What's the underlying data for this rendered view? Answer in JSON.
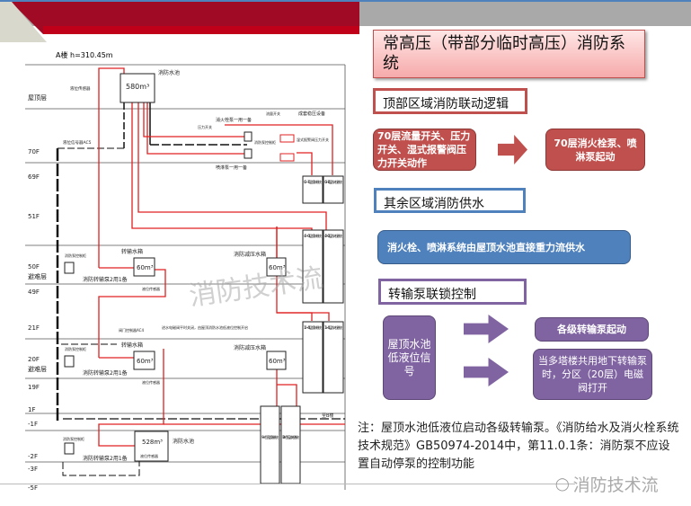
{
  "diagram": {
    "building_label": "A楼  h=310.45m",
    "floors": [
      "屋顶层",
      "70F",
      "69F",
      "51F",
      "50F",
      "避难层",
      "49F",
      "21F",
      "20F",
      "避难层",
      "19F",
      "1F",
      "-1F",
      "-2F",
      "-3F",
      "-5F"
    ],
    "roof_pool": {
      "volume": "580m³",
      "label": "消防水池",
      "sensor": "液位传感器"
    },
    "roof_pumps": {
      "hydrant_pump": "消火栓泵一用一备",
      "sprinkler_pump": "喷淋泵一用一备",
      "control_cabinet": "消防泵控制柜",
      "pressure_switch": "压力开关",
      "flow_switch": "流量开关",
      "stabilizer": "成套稳压设备",
      "alarm_valve_switch": "湿式报警阀压力开关",
      "level_ctrl": "液位信号器AC5"
    },
    "zones": {
      "z1_sprinkler": "62~70层喷淋系统",
      "z1_hydrant": "63~70层消火栓系统",
      "z2_sprinkler": "42~61层喷淋系统",
      "z2_hydrant": "42~62层消火栓系统",
      "z3_sprinkler": "10~41层喷淋系统",
      "z3_hydrant": "11~41层消火栓系统",
      "z4_sprinkler": "9~地下层喷淋系统",
      "z4_hydrant": "10~地下层消火栓系统"
    },
    "f50": {
      "tank": "60m³",
      "tank_label": "转输水箱",
      "pump": "消防转输泵2用1备",
      "cabinet": "消防泵控制柜",
      "sensor": "液位传感器",
      "reduce_tank": "60m³",
      "reduce_label": "消防减压水箱"
    },
    "f20": {
      "tank": "60m³",
      "tank_label": "转输水箱",
      "pump": "消防转输泵2用1备",
      "cabinet": "消防泵控制柜",
      "sensor": "液位传感器",
      "reduce_tank": "60m³",
      "reduce_label": "消防减压水箱",
      "valve": "阀门控制器AC4",
      "valve_note": "进水电磁阀平时关闭，由屋顶消防水池低液位控制开启"
    },
    "basement": {
      "pool": "528m³",
      "pool_label": "消防水池",
      "pump": "消防转输泵2用1备",
      "cabinet": "消防泵控制柜",
      "sensor": "液位传感器",
      "to_b": "至B楼"
    },
    "watermark": "消防技术流"
  },
  "panel": {
    "title": "常高压（带部分临时高压）消防系统",
    "section1": "顶部区域消防联动逻辑",
    "s1_cause": "70层流量开关、压力开关、湿式报警阀压力开关动作",
    "s1_effect": "70层消火栓泵、喷淋泵起动",
    "section2": "其余区域消防供水",
    "s2_text": "消火栓、喷淋系统由屋顶水池直接重力流供水",
    "section3": "转输泵联锁控制",
    "s3_cause": "屋顶水池低液位信号",
    "s3_effect1": "各级转输泵起动",
    "s3_effect2": "当多塔楼共用地下转输泵时，分区（20层）电磁阀打开",
    "note": "注：屋顶水池低液位启动各级转输泵。《消防给水及消火栓系统技术规范》GB50974-2014中，第11.0.1条：消防泵不应设置自动停泵的控制功能"
  },
  "logo": {
    "text": "消防技术流",
    "icon": "wechat-icon"
  },
  "colors": {
    "red": "#c0504d",
    "blue": "#4f81bd",
    "purple": "#8064a2",
    "pipe_red": "#e02020"
  }
}
